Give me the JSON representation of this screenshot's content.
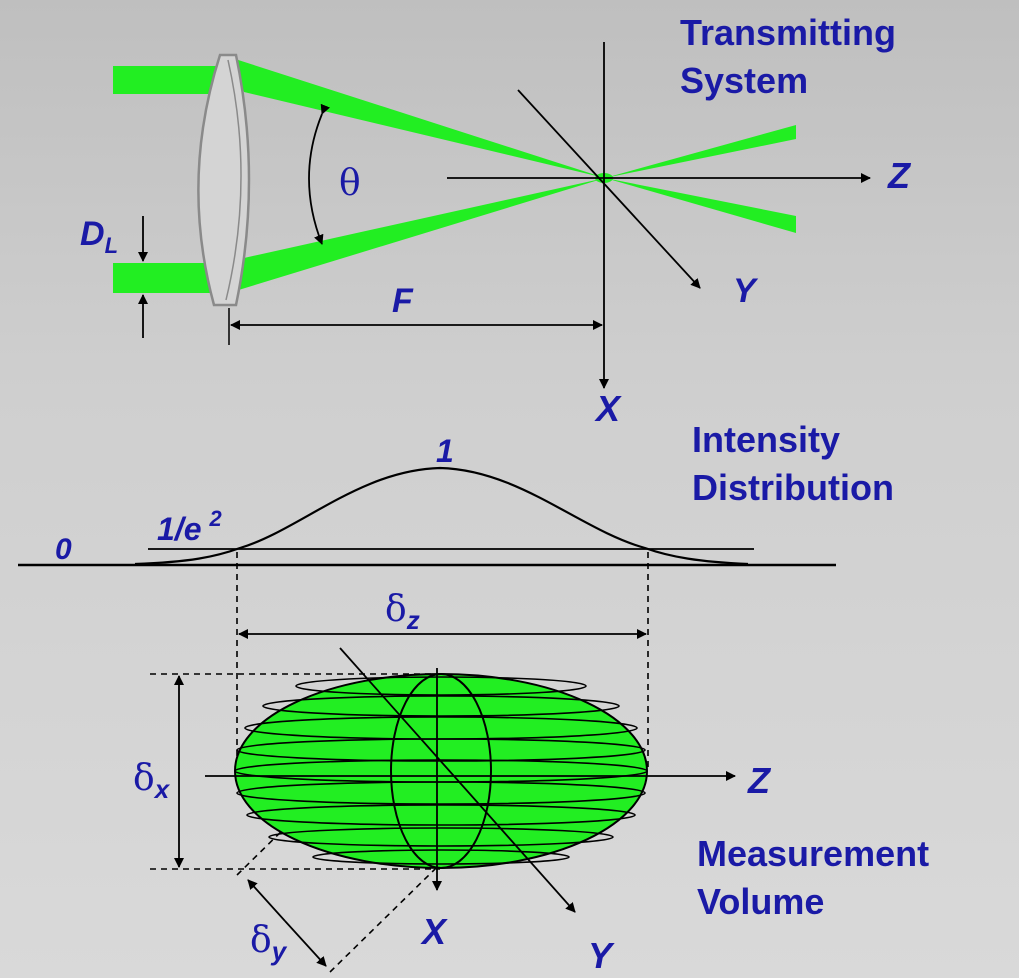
{
  "titles": {
    "transmitting_line1": "Transmitting",
    "transmitting_line2": "System",
    "intensity_line1": "Intensity",
    "intensity_line2": "Distribution",
    "measurement_line1": "Measurement",
    "measurement_line2": "Volume"
  },
  "labels": {
    "theta": "θ",
    "dl_main": "D",
    "dl_sub": "L",
    "f": "F",
    "z_top": "Z",
    "y_top": "Y",
    "x_top": "X",
    "peak": "1",
    "zero": "0",
    "e2_main": "1/e",
    "e2_sup": "2",
    "dz_main": "δ",
    "dz_sub": "z",
    "dx_main": "δ",
    "dx_sub": "x",
    "dy_main": "δ",
    "dy_sub": "y",
    "z_bottom": "Z",
    "x_bottom": "X",
    "y_bottom": "Y"
  },
  "colors": {
    "beam": "#22ee22",
    "text": "#1a1aa6",
    "lens_fill": "#d4d4d4",
    "lens_stroke": "#8a8a8a"
  }
}
